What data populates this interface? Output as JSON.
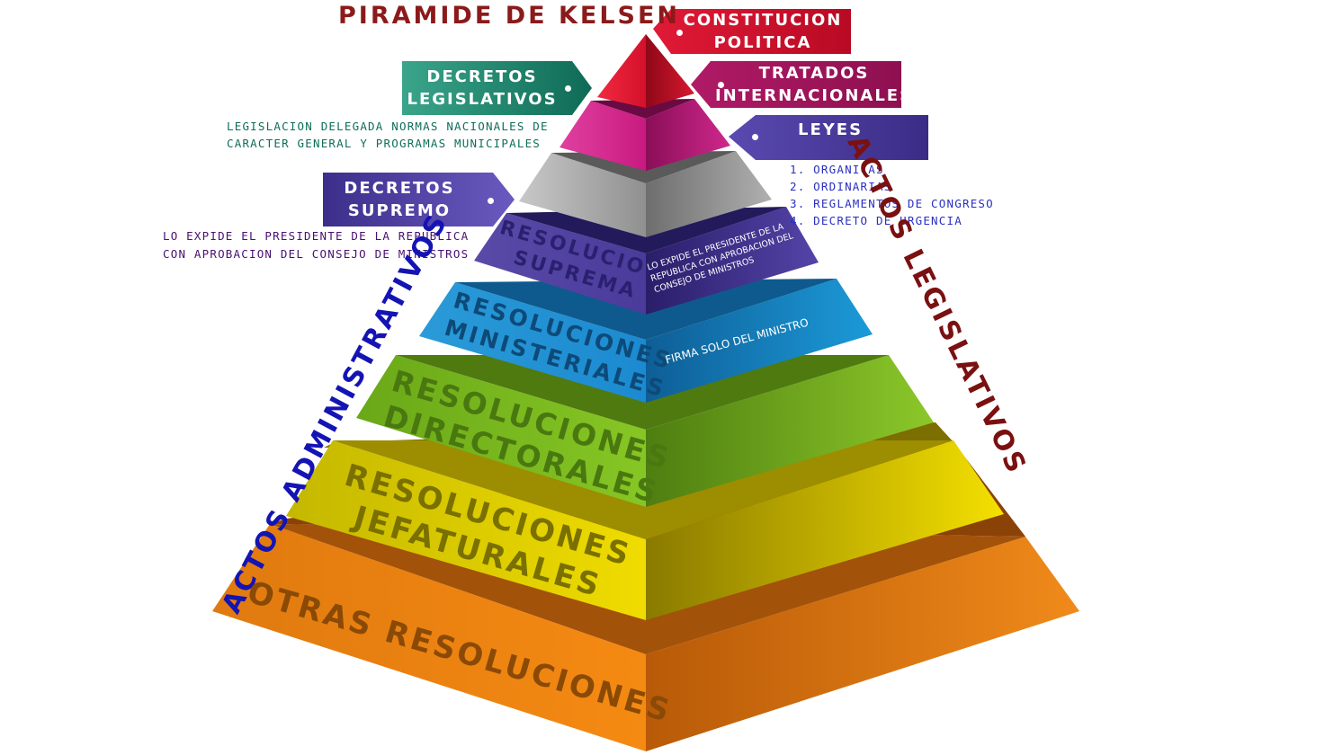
{
  "title": "PIRAMIDE DE KELSEN",
  "side_labels": {
    "right": "ACTOS LEGISLATIVOS",
    "left": "ACTOS ADMINISTRATIVOS"
  },
  "tags": {
    "constitucion": [
      "CONSTITUCION",
      "POLITICA"
    ],
    "tratados": [
      "TRATADOS",
      "INTERNACIONALES"
    ],
    "leyes": [
      "LEYES"
    ],
    "decretos_legislativos": [
      "DECRETOS",
      "LEGISLATIVOS"
    ],
    "decretos_supremo": [
      "DECRETOS",
      "SUPREMO"
    ]
  },
  "notes": {
    "decretos_legislativos": [
      "LEGISLACION DELEGADA NORMAS NACIONALES DE",
      "CARACTER GENERAL Y PROGRAMAS MUNICIPALES"
    ],
    "leyes": [
      "1. ORGANICAS",
      "2. ORDINARIAS",
      "3. REGLAMENTOS DE CONGRESO",
      "4. DECRETO DE URGENCIA"
    ],
    "decretos_supremo": [
      "LO EXPIDE EL PRESIDENTE DE LA REPUBLICA",
      "CON APROBACION DEL CONSEJO DE MINISTROS"
    ]
  },
  "layers": {
    "resolucion_suprema": [
      "RESOLUCION",
      "SUPREMA"
    ],
    "resoluciones_ministeriales": [
      "RESOLUCIONES",
      "MINISTERIALES"
    ],
    "resoluciones_directorales": [
      "RESOLUCIONES",
      "DIRECTORALES"
    ],
    "resoluciones_jefaturales": [
      "RESOLUCIONES",
      "JEFATURALES"
    ],
    "otras_resoluciones": [
      "OTRAS RESOLUCIONES"
    ]
  },
  "face_notes": {
    "resolucion_suprema": [
      "LO EXPIDE EL PRESIDENTE DE LA",
      "REPUBLICA CON APROBACION DEL",
      "CONSEJO  DE MINISTROS"
    ],
    "resoluciones_ministeriales": [
      "FIRMA SOLO DEL MINISTRO"
    ]
  },
  "colors": {
    "title": "#8b1a1a",
    "legislativos": "#7a1010",
    "administrativos": "#1414b4",
    "red": "#d8122f",
    "magenta": "#c8197a",
    "gray": "#9a9a9a",
    "purple": "#4a3a9c",
    "blue": "#1a8fd0",
    "green": "#7cc020",
    "yellow": "#f0d800",
    "orange": "#f28a10"
  }
}
